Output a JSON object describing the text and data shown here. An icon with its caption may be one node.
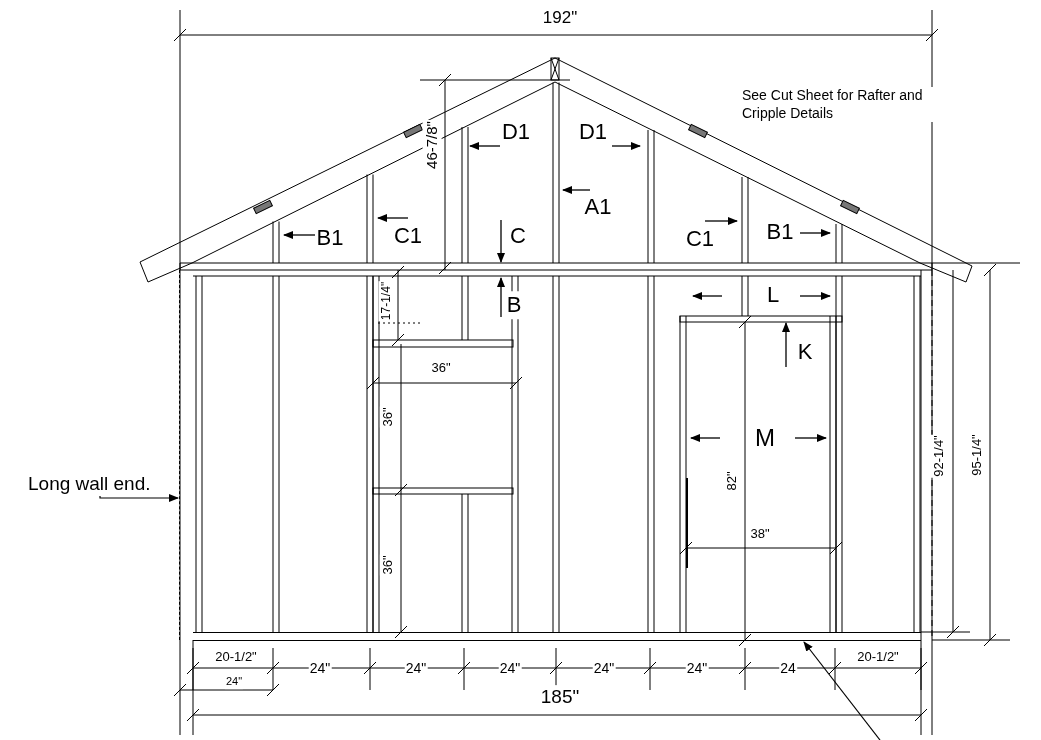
{
  "diagram": {
    "nodes": [
      {
        "text": [
          "Long wall end."
        ]
      },
      {
        "text": [],
        "shape": "bar"
      },
      {
        "text": [],
        "shape": "bar"
      }
    ],
    "edges": [
      {
        "from": 0,
        "to": 1,
        "arrow": "to"
      },
      {
        "from": null,
        "to": 2,
        "arrow": "to"
      }
    ],
    "labels": [
      "192\"",
      "See Cut Sheet for Rafter and Cripple Details",
      "46-7/8\"",
      "D1",
      "D1",
      "A1",
      "B1",
      "C1",
      "C",
      "C1",
      "B1",
      "B",
      "L",
      "17-1/4\"",
      "K",
      "36\"",
      "36\"",
      "M",
      "82\"",
      "38\"",
      "36\"",
      "92-1/4\"",
      "95-1/4\"",
      "20-1/2\"",
      "24\"",
      "24\"",
      "24\"",
      "24\"",
      "24\"",
      "24",
      "20-1/2\"",
      "24\"",
      "185\""
    ]
  }
}
